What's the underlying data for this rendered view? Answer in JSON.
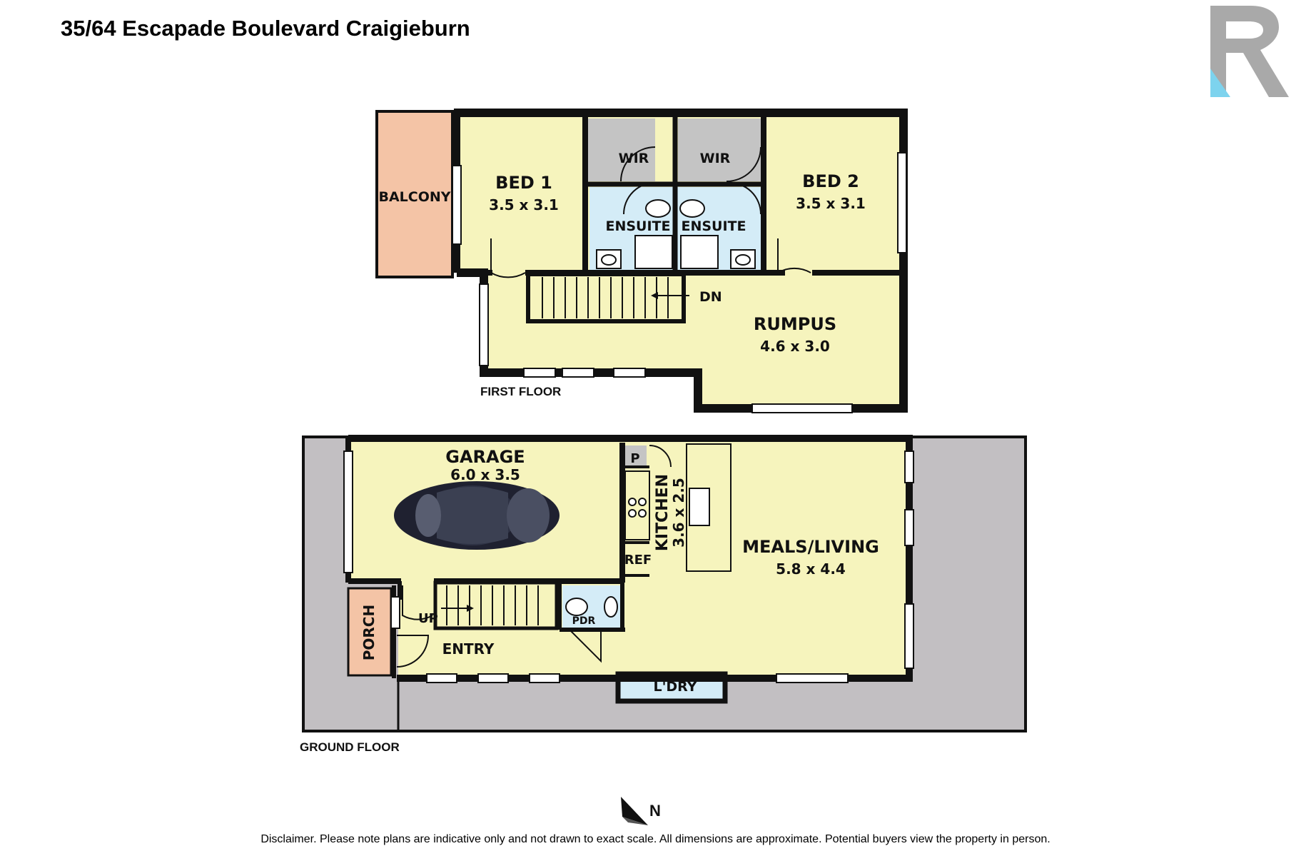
{
  "title": "35/64 Escapade Boulevard Craigieburn",
  "logo_icon": "agency-r-logo",
  "colors": {
    "room": "#f6f4bd",
    "wet_area": "#d4ecf7",
    "robe": "#c4c4c4",
    "balcony": "#f4c4a6",
    "site": "#c2bfc2",
    "wall": "#111111",
    "logo_grey": "#a9a9a9",
    "logo_blue": "#7dd3ee"
  },
  "first_floor": {
    "label": "FIRST FLOOR",
    "rooms": {
      "balcony": {
        "name": "BALCONY"
      },
      "bed1": {
        "name": "BED 1",
        "dims": "3.5 x 3.1"
      },
      "bed2": {
        "name": "BED 2",
        "dims": "3.5 x 3.1"
      },
      "wir_left": {
        "name": "WIR"
      },
      "wir_right": {
        "name": "WIR"
      },
      "ensuite_left": {
        "name": "ENSUITE"
      },
      "ensuite_right": {
        "name": "ENSUITE"
      },
      "rumpus": {
        "name": "RUMPUS",
        "dims": "4.6 x 3.0"
      }
    },
    "stair_label": "DN"
  },
  "ground_floor": {
    "label": "GROUND FLOOR",
    "rooms": {
      "garage": {
        "name": "GARAGE",
        "dims": "6.0 x 3.5"
      },
      "kitchen": {
        "name": "KITCHEN",
        "dims": "3.6 x 2.5"
      },
      "meals_living": {
        "name": "MEALS/LIVING",
        "dims": "5.8 x 4.4"
      },
      "pantry": {
        "name": "P"
      },
      "ref": {
        "name": "REF"
      },
      "pdr": {
        "name": "PDR"
      },
      "porch": {
        "name": "PORCH"
      },
      "entry": {
        "name": "ENTRY"
      },
      "laundry": {
        "name": "L'DRY"
      }
    },
    "stair_label": "UP"
  },
  "compass": {
    "letter": "N",
    "icon": "north-arrow-icon"
  },
  "disclaimer": "Disclaimer. Please note plans are indicative only and not drawn to exact scale. All dimensions are approximate. Potential buyers view the property in person."
}
